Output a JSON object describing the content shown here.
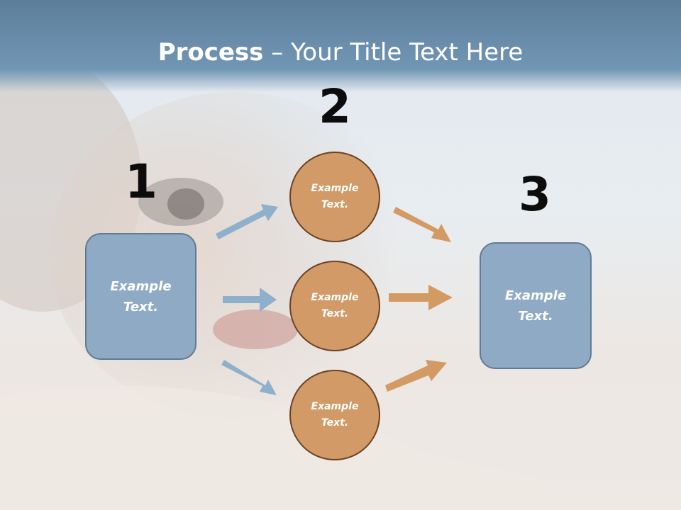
{
  "slide": {
    "title_bold": "Process",
    "title_rest": " – Your Title Text Here"
  },
  "steps": [
    {
      "number": "1",
      "text": "Example\nText."
    },
    {
      "number": "2",
      "circles": [
        {
          "text": "Example\nText."
        },
        {
          "text": "Example\nText."
        },
        {
          "text": "Example\nText."
        }
      ]
    },
    {
      "number": "3",
      "text": "Example\nText."
    }
  ],
  "colors": {
    "title_band": "#6f93b2",
    "box_fill": "#8eaac4",
    "circle_fill": "#d19a66",
    "blue_arrow": "#8fb0cc",
    "orange_arrow": "#d39a63"
  }
}
